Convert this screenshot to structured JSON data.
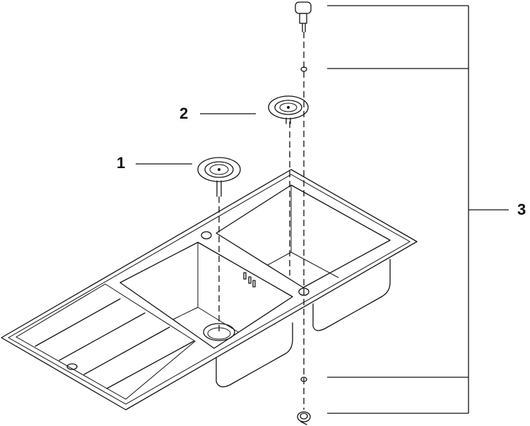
{
  "diagram": {
    "type": "exploded-parts-view",
    "labels": [
      {
        "id": "1",
        "text": "1"
      },
      {
        "id": "2",
        "text": "2"
      },
      {
        "id": "3",
        "text": "3"
      }
    ],
    "colors": {
      "line": "#111111",
      "background": "#ffffff"
    }
  }
}
